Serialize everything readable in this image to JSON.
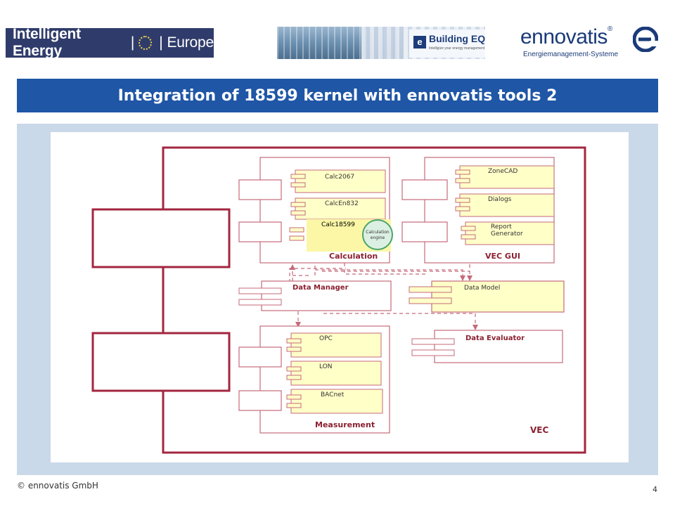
{
  "logos": {
    "intelligent_energy": {
      "name": "Intelligent Energy",
      "separator": "|",
      "region": "Europe"
    },
    "building_eq": {
      "mark": "e",
      "name": "Building EQ",
      "tagline": "Intelligize your energy management"
    },
    "ennovatis": {
      "name": "ennovatis",
      "registered": "®",
      "subtitle": "Energiemanagement-Systeme"
    }
  },
  "title": "Integration of 18599 kernel with ennovatis tools 2",
  "diagram": {
    "outer_label": "VEC",
    "calculation": {
      "label": "Calculation",
      "components": [
        "Calc2067",
        "CalcEn832"
      ],
      "highlight": {
        "label": "Calc18599",
        "engine_line1": "Calculation",
        "engine_line2": "engine"
      }
    },
    "vec_gui": {
      "label": "VEC GUI",
      "components": [
        "ZoneCAD",
        "Dialogs"
      ],
      "report_line1": "Report",
      "report_line2": "Generator"
    },
    "data_manager": "Data Manager",
    "data_model": "Data Model",
    "data_evaluator": "Data Evaluator",
    "measurement": {
      "label": "Measurement",
      "components": [
        "OPC",
        "LON",
        "BACnet"
      ]
    }
  },
  "footer": {
    "copyright": "© ennovatis GmbH",
    "page": "4"
  },
  "colors": {
    "title_bar": "#1f56a6",
    "panel": "#cad9e9",
    "frame": "#a3263f",
    "component_fill": "#ffffc8",
    "highlight_fill": "#fbf7a6",
    "engine_fill": "#dcefe3",
    "engine_stroke": "#4aa56a",
    "brand_blue": "#1a3a78"
  }
}
